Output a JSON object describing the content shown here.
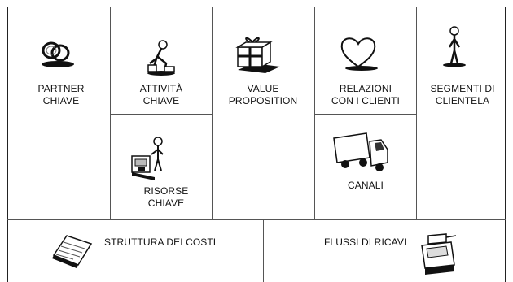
{
  "canvas": {
    "partner": {
      "label": "PARTNER\nCHIAVE",
      "icon": "rings-icon"
    },
    "attivita": {
      "label": "ATTIVITÀ\nCHIAVE",
      "icon": "worker-icon"
    },
    "risorse": {
      "label": "RISORSE\nCHIAVE",
      "icon": "factory-worker-icon"
    },
    "value": {
      "label": "VALUE\nPROPOSITION",
      "icon": "gift-icon"
    },
    "relazioni": {
      "label": "RELAZIONI\nCON I CLIENTI",
      "icon": "heart-icon"
    },
    "canali": {
      "label": "CANALI",
      "icon": "truck-icon"
    },
    "segmenti": {
      "label": "SEGMENTI DI\nCLIENTELA",
      "icon": "person-icon"
    },
    "costi": {
      "label": "STRUTTURA DEI COSTI",
      "icon": "receipt-icon"
    },
    "ricavi": {
      "label": "FLUSSI DI RICAVI",
      "icon": "cash-register-icon"
    }
  }
}
